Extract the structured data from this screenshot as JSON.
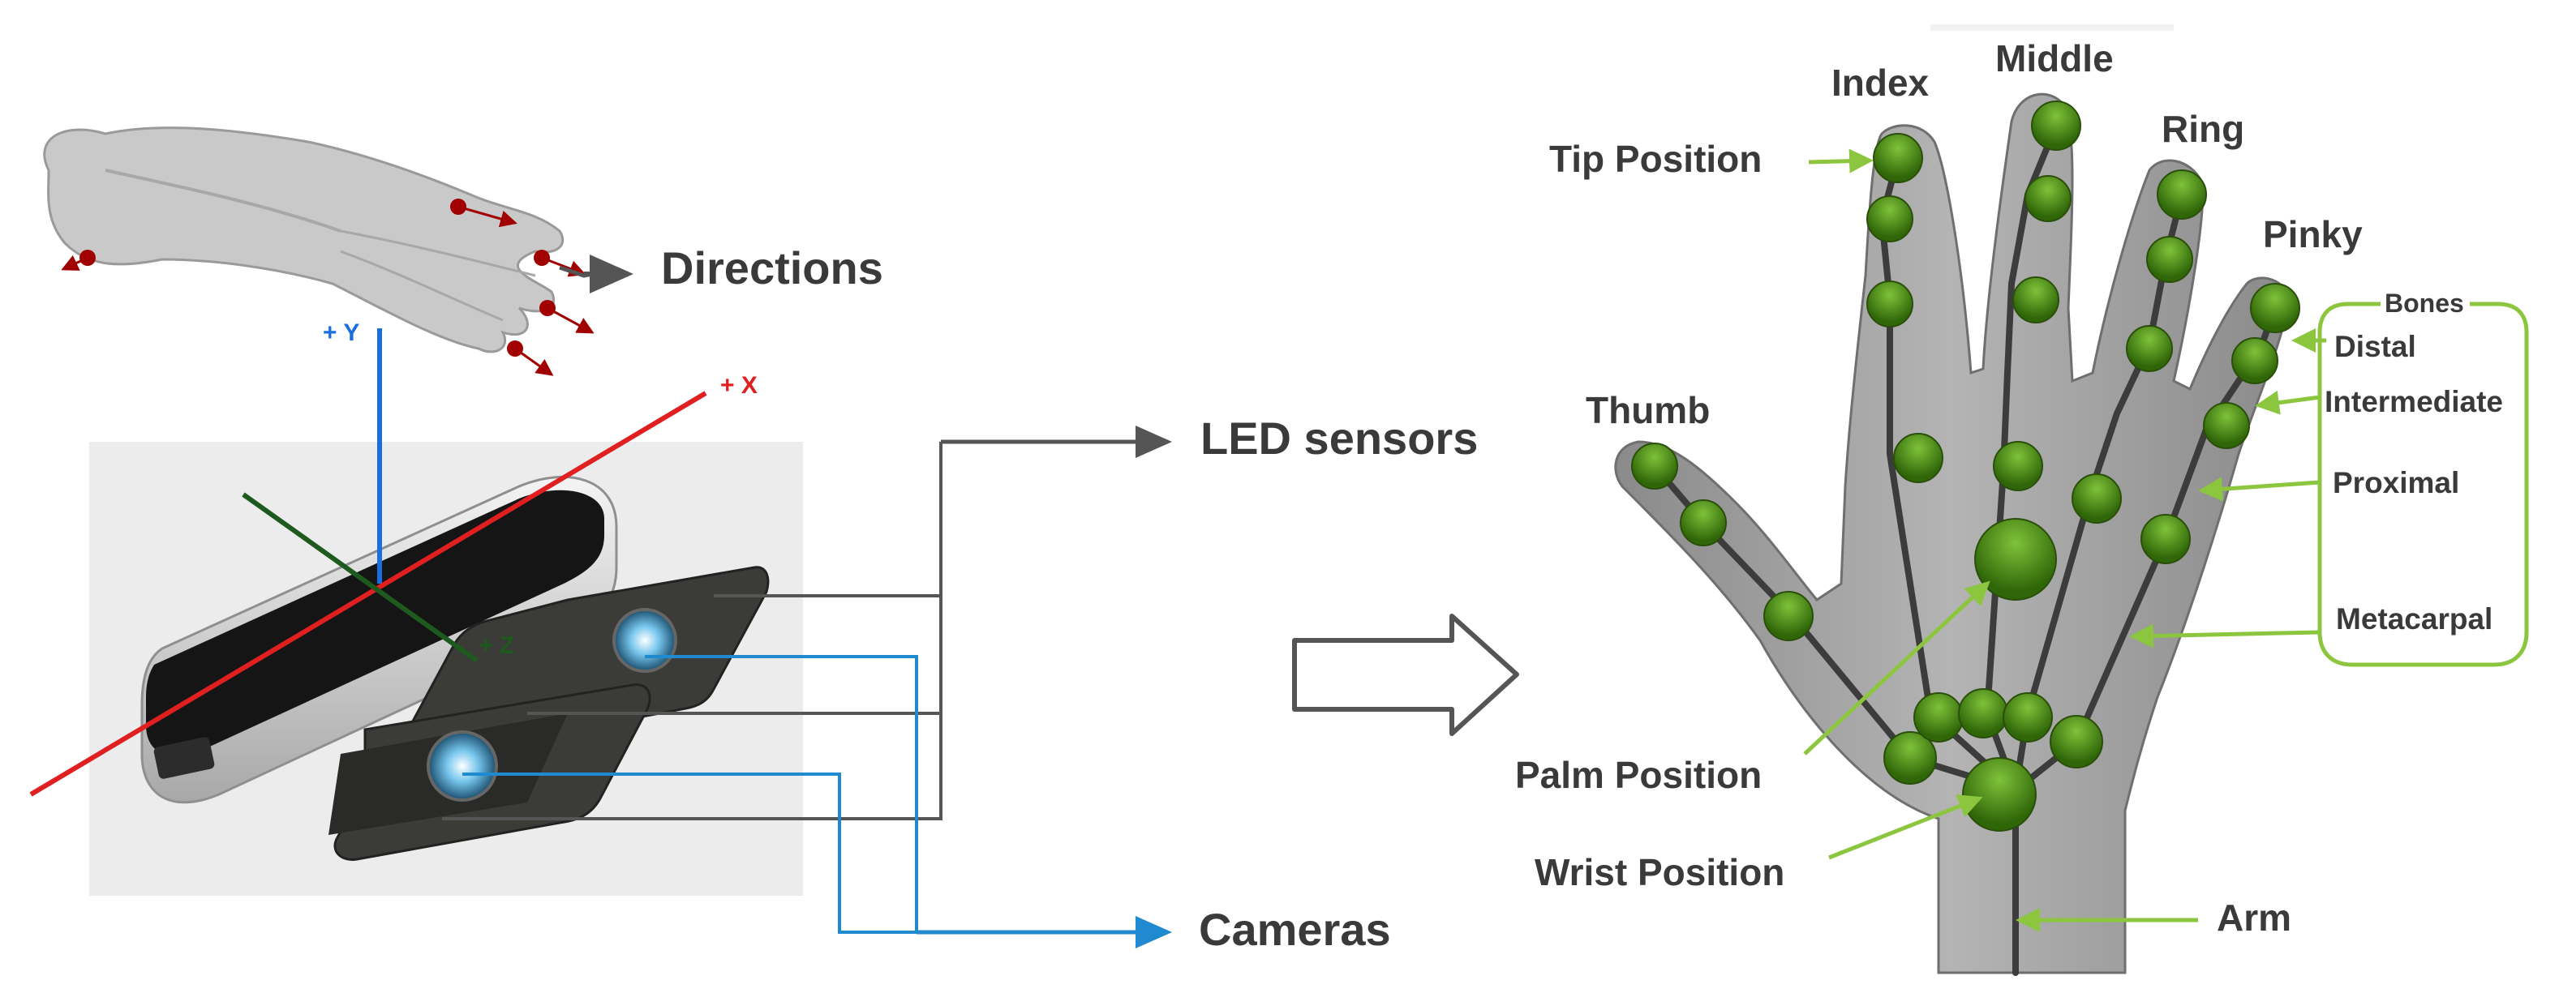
{
  "left_panel": {
    "directions_label": "Directions",
    "led_label": "LED sensors",
    "cameras_label": "Cameras",
    "axes": {
      "y": "+ Y",
      "x": "+ X",
      "z": "+ Z"
    },
    "colors": {
      "x_axis": "#e02020",
      "y_axis": "#1a6fe0",
      "z_axis": "#1e5a1e",
      "camera_line": "#1f8ad0",
      "led_line": "#555555",
      "direction_marker": "#a00000"
    }
  },
  "right_panel": {
    "fingers": {
      "index": "Index",
      "middle": "Middle",
      "ring": "Ring",
      "pinky": "Pinky",
      "thumb": "Thumb"
    },
    "positions": {
      "tip": "Tip Position",
      "palm": "Palm Position",
      "wrist": "Wrist Position",
      "arm": "Arm"
    },
    "bones": {
      "title": "Bones",
      "distal": "Distal",
      "intermediate": "Intermediate",
      "proximal": "Proximal",
      "metacarpal": "Metacarpal"
    },
    "colors": {
      "joint": "#4a8f0e",
      "pointer": "#8cc63f",
      "hand": "#8a8a8a"
    }
  }
}
